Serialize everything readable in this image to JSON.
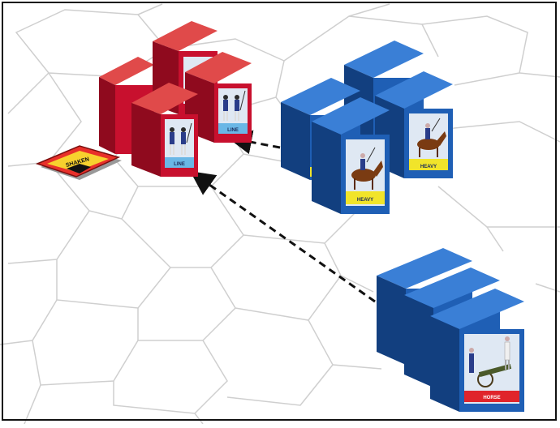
{
  "scene": {
    "description_type": "wargame hex map",
    "colors": {
      "hex_line": "#cfcfcf",
      "red_face": "#c8102e",
      "red_top": "#e04a4a",
      "red_side": "#8f0a1e",
      "blue_face": "#1f5fb5",
      "blue_top": "#3a7fd6",
      "blue_side": "#123f7f",
      "card_bg": "#dfe8f3",
      "infantry_band": "#6ab7e6",
      "cavalry_band": "#f1e42a",
      "artillery_band": "#e0242b",
      "marker_fill": "#e8302a",
      "marker_inner": "#f7d12e"
    }
  },
  "units": {
    "red_infantry": {
      "label": "LINE",
      "side": "red",
      "type": "infantry"
    },
    "blue_cavalry": {
      "label": "HEAVY",
      "side": "blue",
      "type": "cavalry"
    },
    "blue_artillery": {
      "label": "HORSE",
      "side": "blue",
      "type": "artillery"
    }
  },
  "marker": {
    "label": "SHAKEN",
    "icon": "chevron-icon"
  },
  "arrows": [
    {
      "from": "blue_cavalry",
      "to": "red_infantry",
      "style": "dashed"
    },
    {
      "from": "blue_artillery",
      "to": "red_infantry",
      "style": "dashed"
    }
  ]
}
